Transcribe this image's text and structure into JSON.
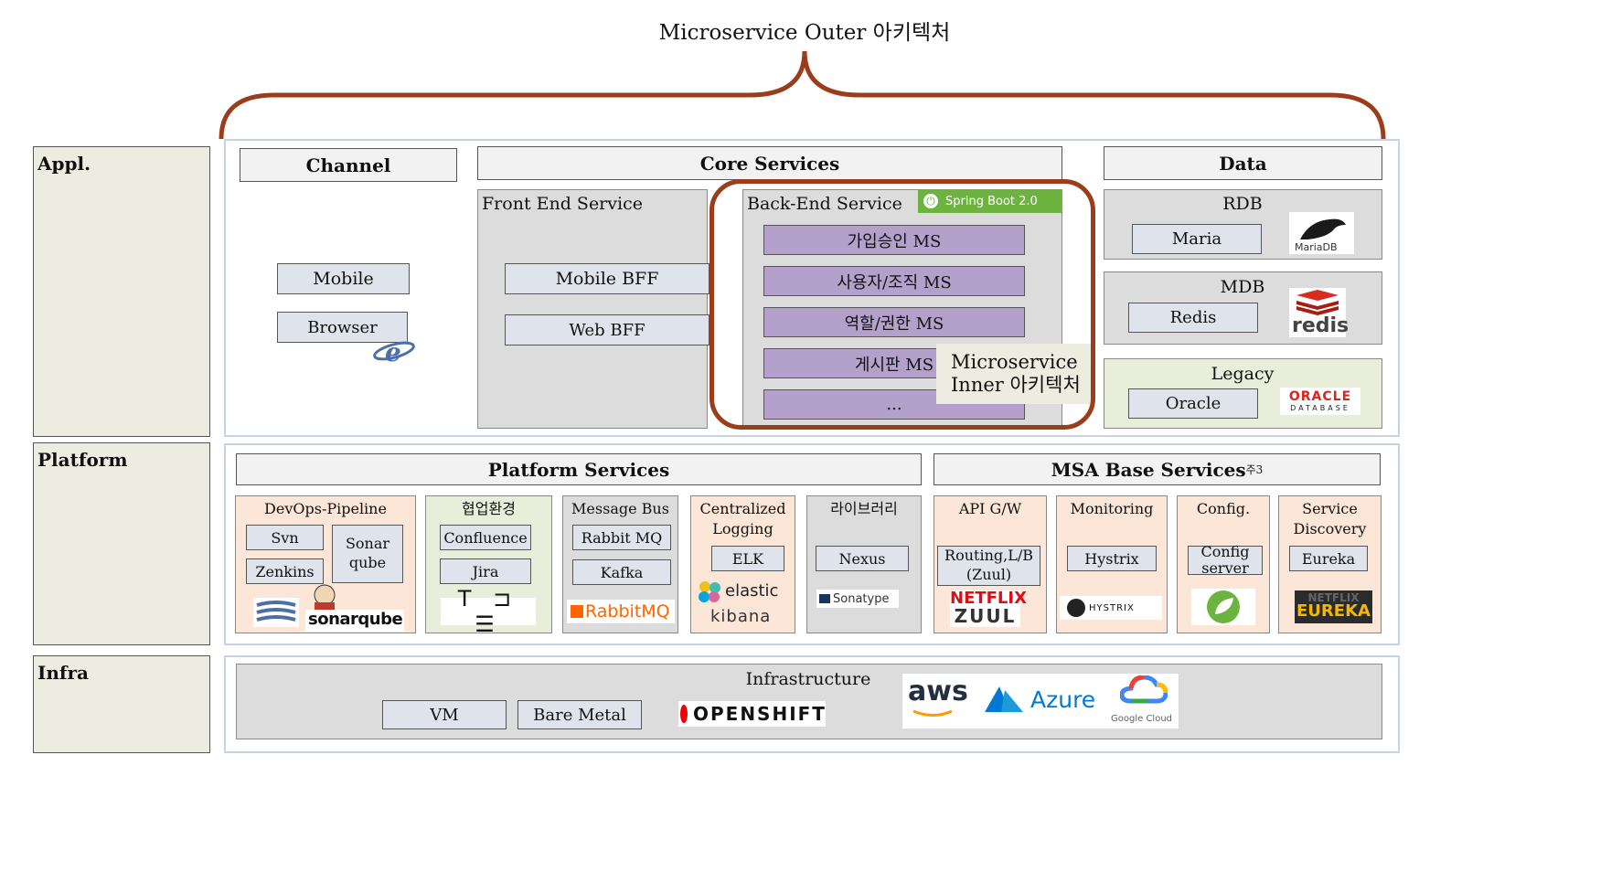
{
  "title": "Microservice Outer 아키텍처",
  "layers": {
    "appl": "Appl.",
    "platform": "Platform",
    "infra": "Infra"
  },
  "appl": {
    "channel": {
      "header": "Channel",
      "items": [
        "Mobile",
        "Browser"
      ]
    },
    "core": {
      "header": "Core Services",
      "frontend": {
        "title": "Front End Service",
        "items": [
          "Mobile BFF",
          "Web BFF"
        ]
      },
      "backend": {
        "title": "Back-End Service",
        "badge": "Spring Boot 2.0",
        "items": [
          "가입승인 MS",
          "사용자/조직 MS",
          "역할/권한 MS",
          "게시판 MS",
          "..."
        ]
      },
      "inner_label_1": "Microservice",
      "inner_label_2": "Inner 아키텍처"
    },
    "data": {
      "header": "Data",
      "rdb": {
        "title": "RDB",
        "item": "Maria",
        "logo": "MariaDB"
      },
      "mdb": {
        "title": "MDB",
        "item": "Redis",
        "logo": "redis"
      },
      "legacy": {
        "title": "Legacy",
        "item": "Oracle",
        "logo": "ORACLE",
        "logo_sub": "DATABASE"
      }
    }
  },
  "platform": {
    "services_header": "Platform Services",
    "msa_header": "MSA Base Services",
    "msa_sup": "주3",
    "devops": {
      "title_part1": "DevOps",
      "title_part2": "-Pipeline",
      "items": [
        "Svn",
        "Zenkins",
        "Sonar qube"
      ],
      "logo": "sonarqube"
    },
    "collab": {
      "title": "협업환경",
      "items": [
        "Confluence",
        "Jira"
      ],
      "logo": "T ⊐ ☰"
    },
    "bus": {
      "title": "Message Bus",
      "items": [
        "Rabbit MQ",
        "Kafka"
      ],
      "logo": "RabbitMQ"
    },
    "logging": {
      "title_1": "Centralized",
      "title_2": "Logging",
      "items": [
        "ELK"
      ],
      "logo_1": "elastic",
      "logo_2": "kibana"
    },
    "library": {
      "title": "라이브러리",
      "items": [
        "Nexus"
      ],
      "logo": "Sonatype"
    },
    "apigw": {
      "title": "API G/W",
      "items": [
        "Routing,L/B (Zuul)"
      ],
      "logo_1": "NETFLIX",
      "logo_2": "ZUUL"
    },
    "monitoring": {
      "title": "Monitoring",
      "items": [
        "Hystrix"
      ],
      "logo": "HYSTRIX"
    },
    "config": {
      "title": "Config.",
      "items": [
        "Config server"
      ]
    },
    "discovery": {
      "title_1": "Service",
      "title_2": "Discovery",
      "items": [
        "Eureka"
      ],
      "logo_1": "NETFLIX",
      "logo_2": "EUREKA"
    }
  },
  "infra": {
    "title": "Infrastructure",
    "items": [
      "VM",
      "Bare Metal"
    ],
    "openshift": "OPENSHIFT",
    "clouds": {
      "aws": "aws",
      "azure": "Azure",
      "gcp": "Google Cloud"
    }
  },
  "colors": {
    "brace": "#9a3d1c",
    "ms_purple": "#b3a1cb",
    "spring_green": "#6db33f",
    "layer_bg": "#ecece0"
  }
}
